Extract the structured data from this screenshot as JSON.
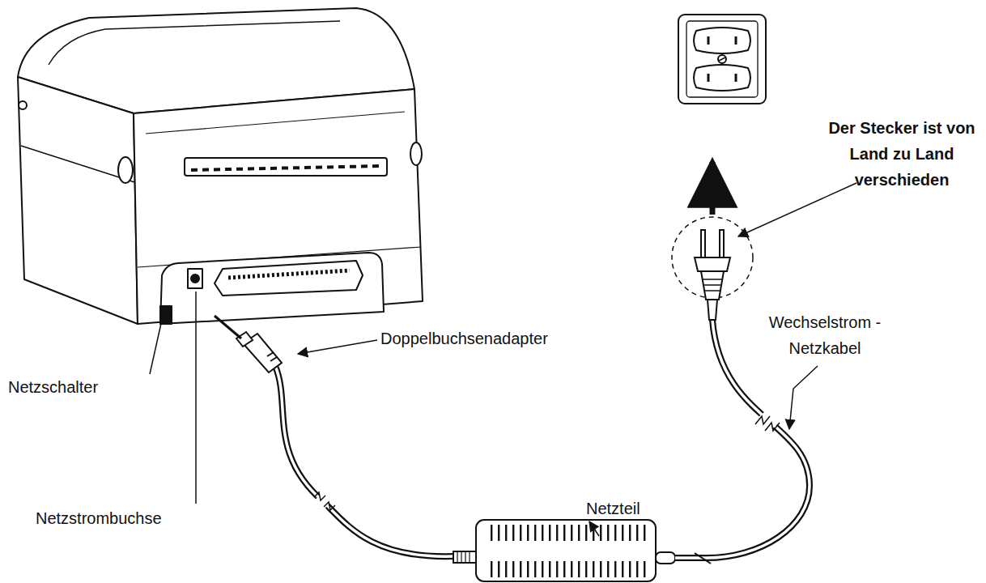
{
  "diagram": {
    "labels": [
      "Netzschalter",
      "Netzstrombuchse",
      "Doppelbuchsenadapter",
      "Netzteil",
      "Wechselstrom -Netzkabel",
      "Der Stecker ist von Land zu Land verschieden"
    ]
  }
}
